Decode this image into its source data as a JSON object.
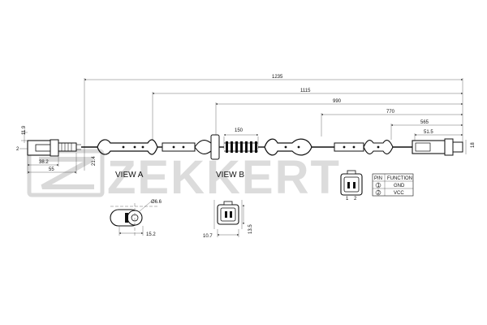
{
  "brand": {
    "logo_text": "ZEKKERT"
  },
  "dimensions": {
    "d1235": "1235",
    "d1115": "1115",
    "d990": "990",
    "d770": "770",
    "d565": "565",
    "d51_5": "51.5",
    "d150": "150",
    "d38_2": "38.2",
    "d55": "55",
    "d11_9": "11.9",
    "d21_4": "21.4",
    "d_small_right": "18",
    "d_small_left": "2",
    "d15_2": "15.2",
    "d6_6": "Ø6.6",
    "d10_7": "10.7",
    "d13_5": "13.5"
  },
  "views": {
    "view_a": "VIEW A",
    "view_b": "VIEW B"
  },
  "pin_table": {
    "header_pin": "PIN",
    "header_function": "FUNCTION",
    "rows": [
      {
        "pin": "1",
        "function": "GND"
      },
      {
        "pin": "2",
        "function": "VCC"
      }
    ]
  }
}
